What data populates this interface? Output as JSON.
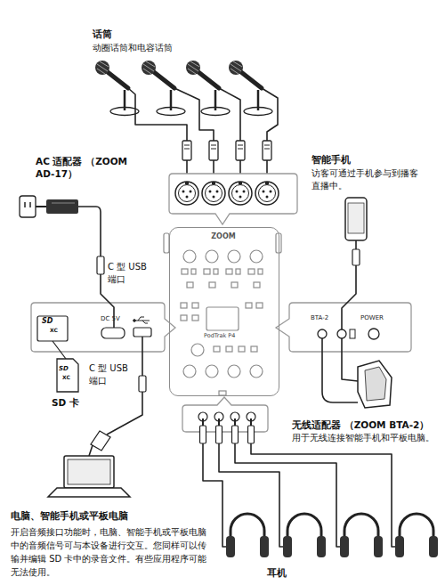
{
  "diagram": {
    "nodes": [
      {
        "text": [
          "ZOOM",
          "PodTrak P4"
        ]
      },
      {
        "text": [
          "DC 5V"
        ]
      },
      {
        "text": [
          "BTA-2",
          "POWER"
        ]
      }
    ],
    "labels": [
      "话筒",
      "动圈话筒和电容话筒",
      "AC 适配器 （ZOOM AD-17）",
      "C 型 USB 端口",
      "SD",
      "XC",
      "SD",
      "XC",
      "SD 卡",
      "C 型 USB 端口",
      "智能手机",
      "访客可通过手机参与到播客直播中。",
      "无线适配器 （ZOOM BTA-2）",
      "用于无线连接智能手机和平板电脑。",
      "电脑、智能手机或平板电脑",
      "开启音频接口功能时，电脑、智能手机或平板电脑中的音频信号可与本设备进行交互。您同样可以传输并编辑 SD 卡中的录音文件。有些应用程序可能无法使用。",
      "耳机"
    ]
  }
}
